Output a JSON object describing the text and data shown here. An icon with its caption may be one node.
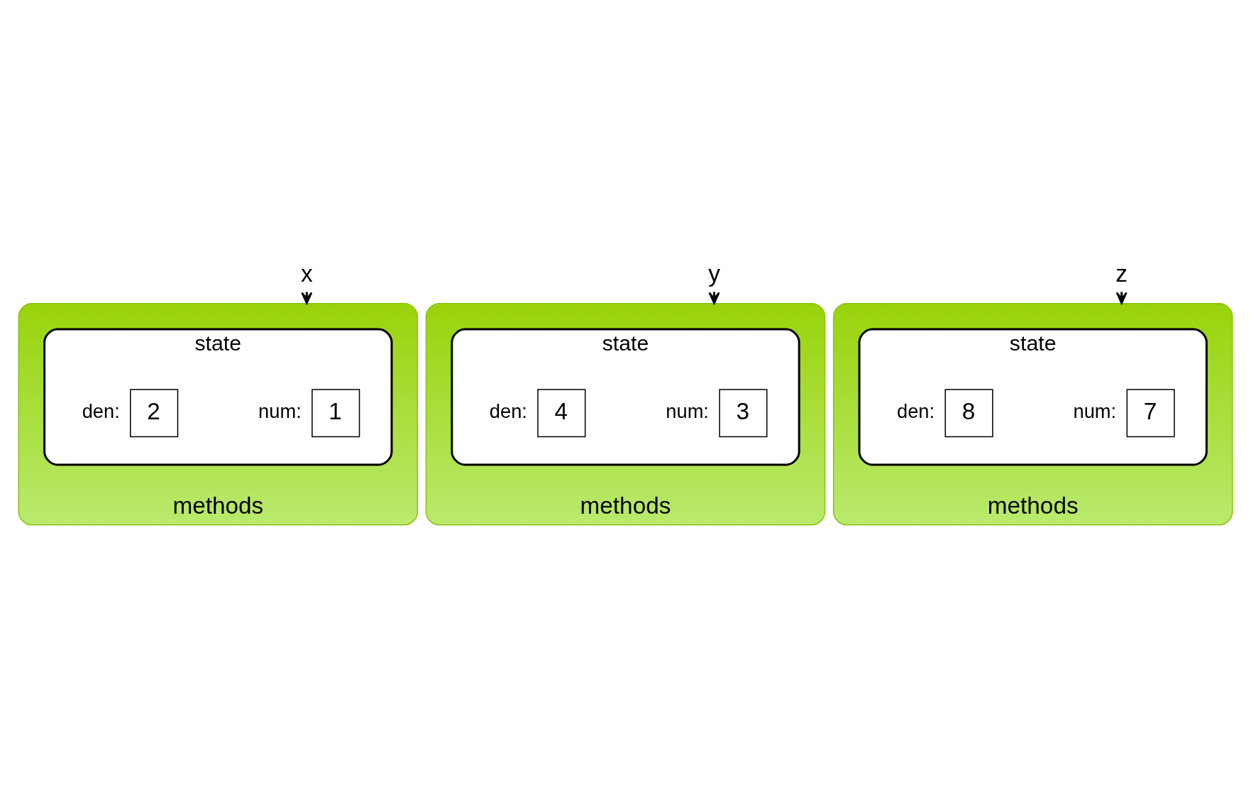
{
  "diagram": {
    "nodes": [
      {
        "text": [
          "x"
        ]
      },
      {
        "text": [
          "methods"
        ]
      },
      {
        "text": [
          "state"
        ],
        "in": 1
      },
      {
        "text": [
          "1"
        ],
        "in": 2,
        "beside": [
          "num:"
        ]
      },
      {
        "text": [
          "2"
        ],
        "in": 2,
        "beside": [
          "den:"
        ]
      },
      {
        "text": [
          "y"
        ]
      },
      {
        "text": [
          "methods"
        ]
      },
      {
        "text": [
          "state"
        ],
        "in": 6
      },
      {
        "text": [
          "3"
        ],
        "in": 7,
        "beside": [
          "num:"
        ]
      },
      {
        "text": [
          "4"
        ],
        "in": 7,
        "beside": [
          "den:"
        ]
      },
      {
        "text": [
          "z"
        ]
      },
      {
        "text": [
          "methods"
        ]
      },
      {
        "text": [
          "state"
        ],
        "in": 11
      },
      {
        "text": [
          "7"
        ],
        "in": 12,
        "beside": [
          "num:"
        ]
      },
      {
        "text": [
          "8"
        ],
        "in": 12,
        "beside": [
          "den:"
        ]
      }
    ],
    "edges": [
      {
        "from": 0,
        "to": 1,
        "arrow": "to"
      },
      {
        "from": 5,
        "to": 6,
        "arrow": "to"
      },
      {
        "from": 10,
        "to": 11,
        "arrow": "to"
      }
    ]
  }
}
